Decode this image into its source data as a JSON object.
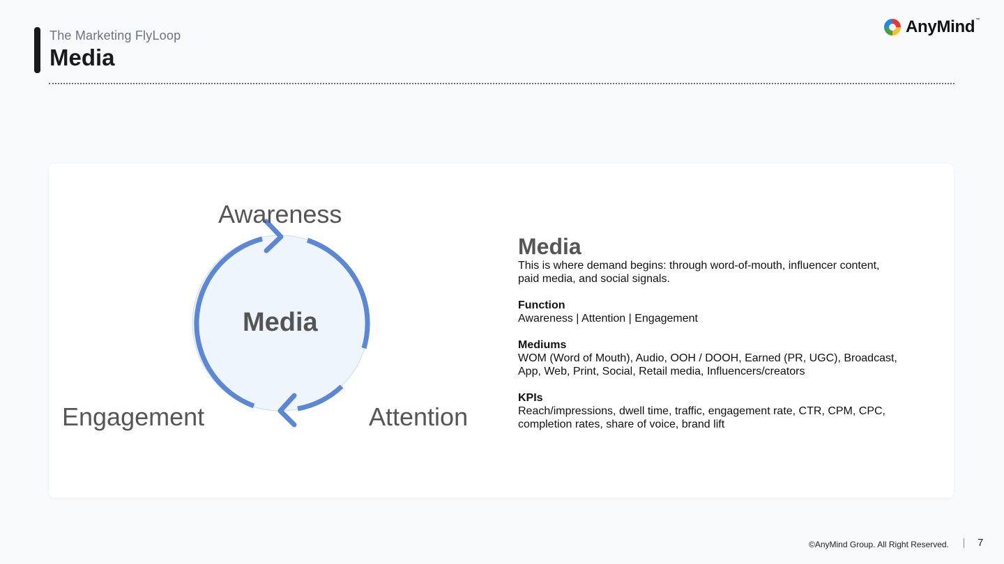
{
  "header": {
    "eyebrow": "The Marketing FlyLoop",
    "title": "Media"
  },
  "logo": {
    "text": "AnyMind",
    "tm": "™",
    "colors": [
      "#e53935",
      "#fbc02d",
      "#43a047",
      "#1e88e5"
    ]
  },
  "diagram": {
    "center": "Media",
    "stages": [
      "Awareness",
      "Attention",
      "Engagement"
    ],
    "ring_color": "#5b87d4",
    "fill_color": "#eef5fd"
  },
  "info": {
    "heading": "Media",
    "intro_line1": "This is where demand begins: through word-of-mouth, influencer content,",
    "intro_line2": "paid media, and social signals.",
    "function": {
      "title": "Function",
      "text": "Awareness | Attention | Engagement"
    },
    "mediums": {
      "title": "Mediums",
      "line1": "WOM (Word of Mouth), Audio, OOH / DOOH, Earned (PR, UGC), Broadcast,",
      "line2": "App, Web, Print, Social, Retail media, Influencers/creators"
    },
    "kpis": {
      "title": "KPIs",
      "line1": "Reach/impressions, dwell time, traffic, engagement rate, CTR, CPM, CPC,",
      "line2": "completion rates, share of voice, brand lift"
    }
  },
  "footer": {
    "copyright": "©AnyMind Group. All Right Reserved.",
    "page_number": "7"
  }
}
